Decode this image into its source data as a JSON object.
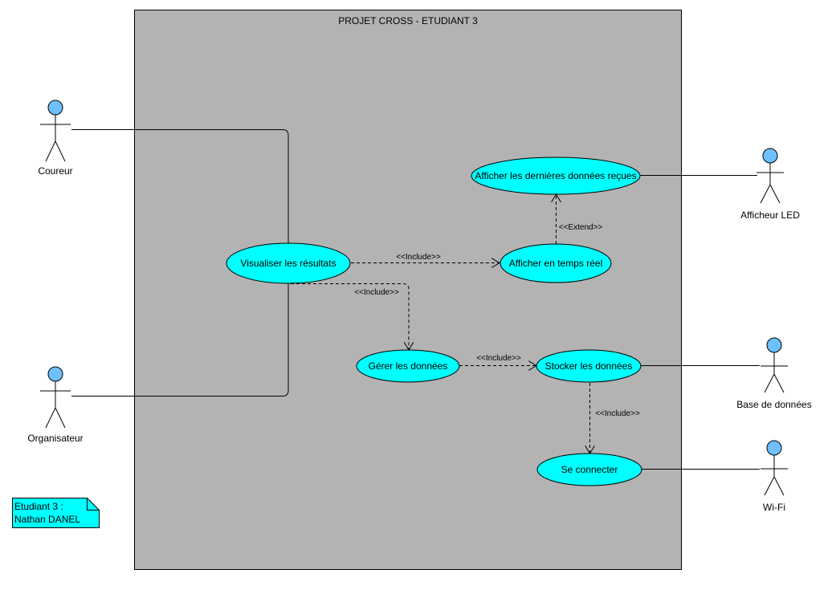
{
  "system": {
    "title": "PROJET CROSS - ETUDIANT 3",
    "fill": "#b3b3b3"
  },
  "colors": {
    "use_case_fill": "#00ffff",
    "actor_head_fill": "#6ec0ff",
    "note_fill": "#00ffff",
    "line": "#000000"
  },
  "use_cases": {
    "visualiser": "Visualiser les résultats",
    "afficher_dernieres": "Afficher les dernières données reçues",
    "afficher_temps_reel": "Afficher en temps réel",
    "gerer": "Gérer les données",
    "stocker": "Stocker les données",
    "connecter": "Se connecter"
  },
  "actors": {
    "coureur": "Coureur",
    "organisateur": "Organisateur",
    "afficheur_led": "Afficheur LED",
    "base_donnees": "Base de données",
    "wifi": "Wi-Fi"
  },
  "relations": {
    "include_temps_reel": "<<Include>>",
    "include_gerer": "<<Include>>",
    "include_stocker": "<<Include>>",
    "include_connecter": "<<Include>>",
    "extend_dernieres": "<<Extend>>"
  },
  "note": {
    "line1": "Etudiant 3 :",
    "line2": "Nathan DANEL"
  }
}
